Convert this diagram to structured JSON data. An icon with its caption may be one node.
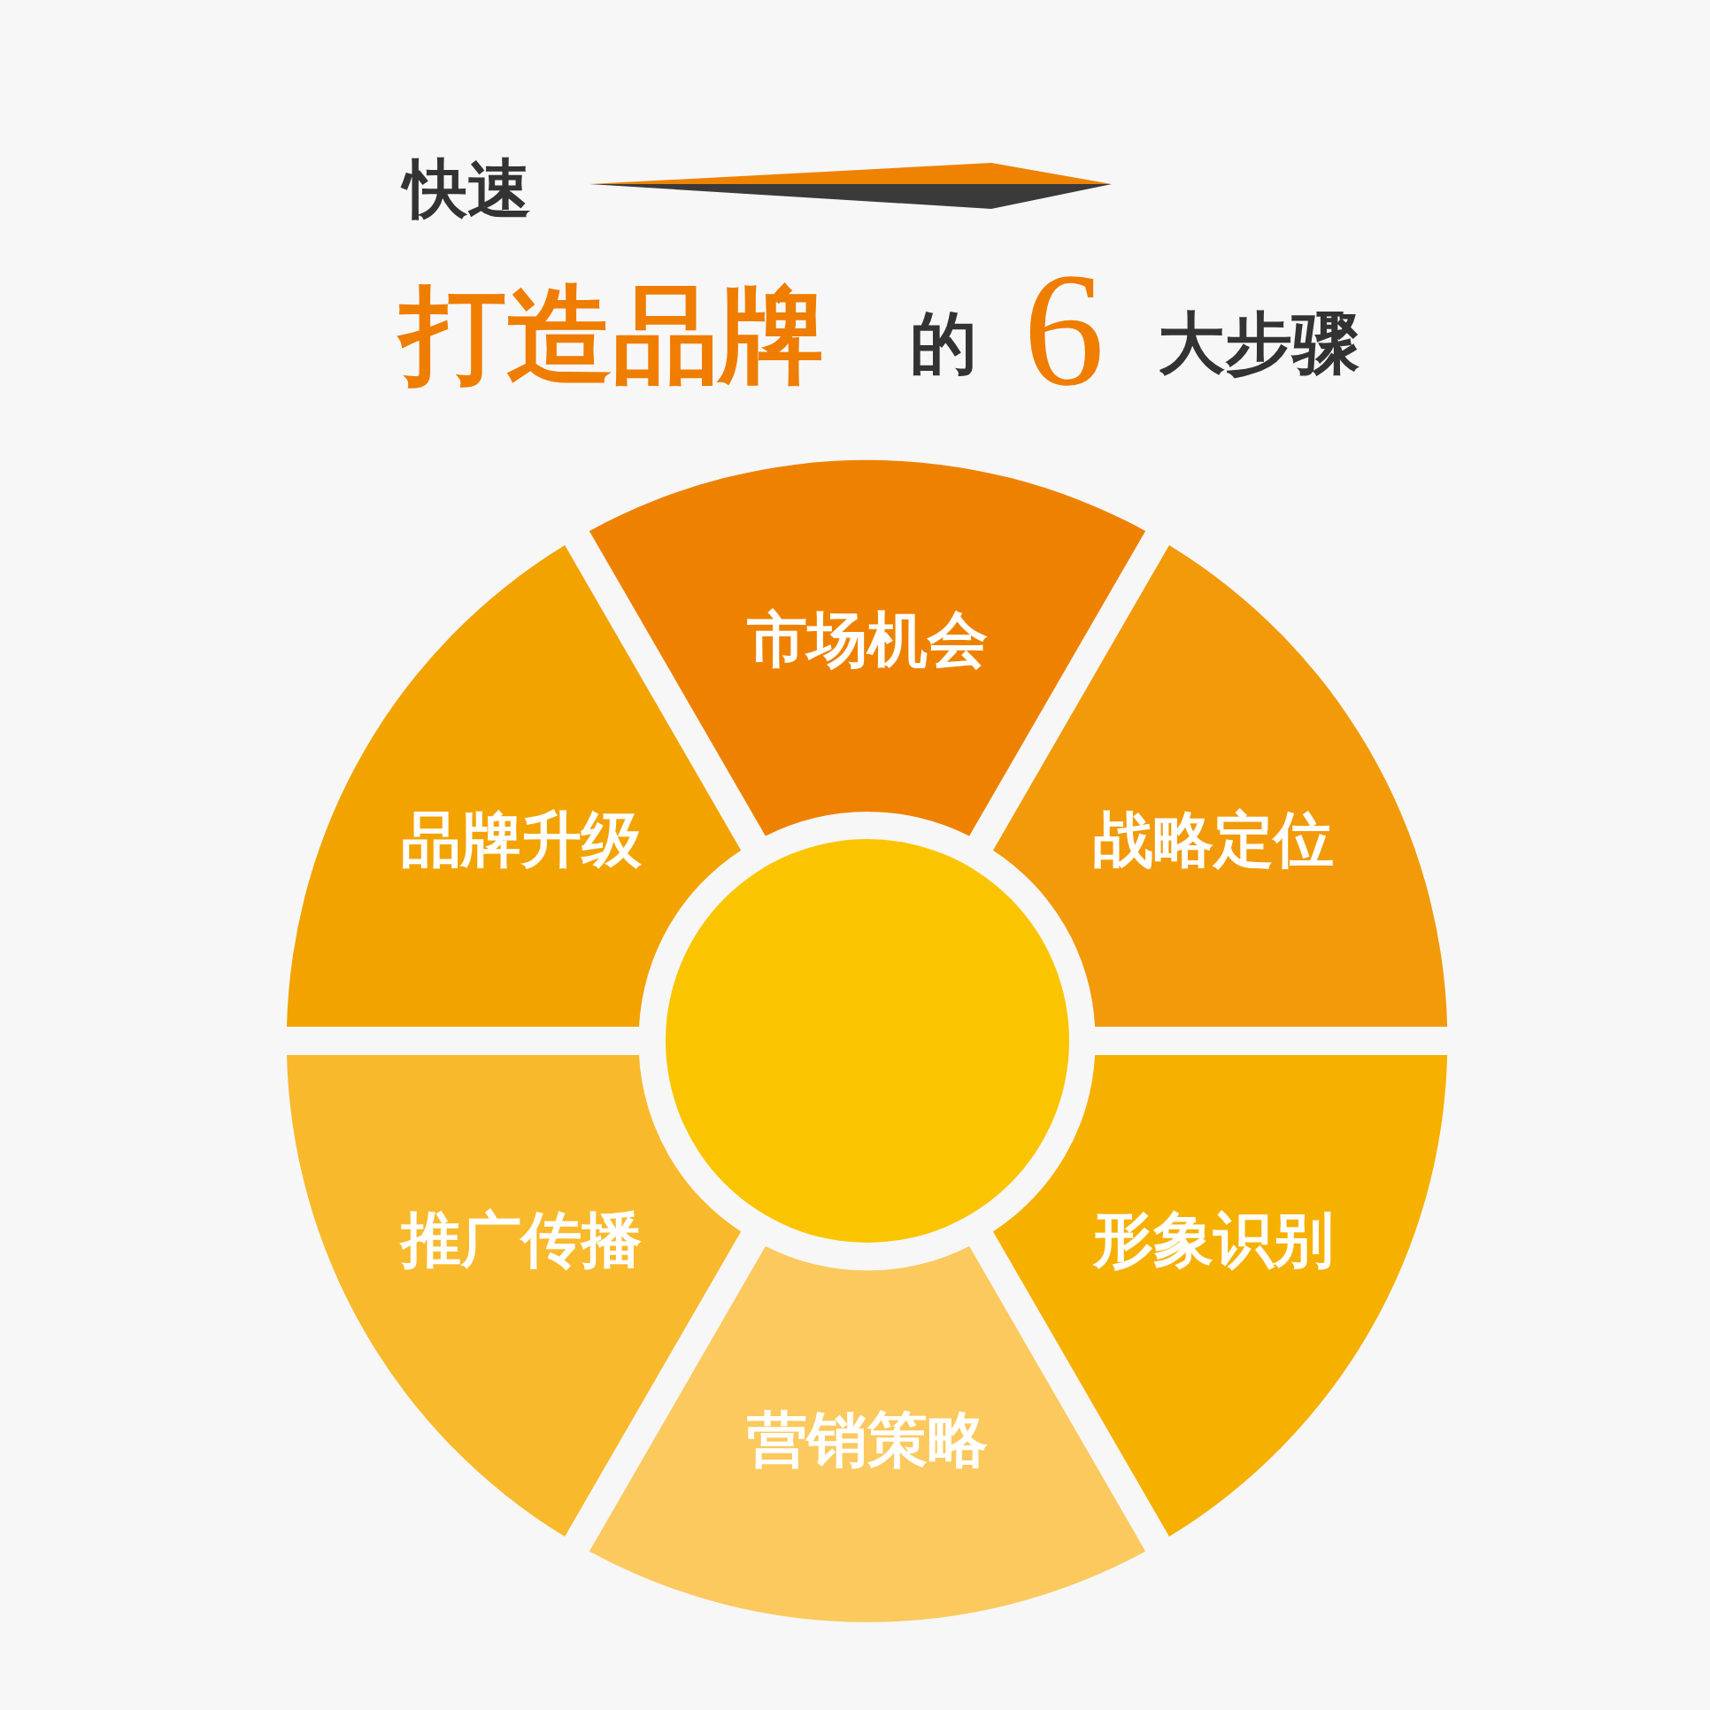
{
  "diagram": {
    "nodes": [
      {
        "text": [
          "市场机会"
        ]
      },
      {
        "text": [
          "战略定位"
        ]
      },
      {
        "text": [
          "形象识别"
        ]
      },
      {
        "text": [
          "营销策略"
        ]
      },
      {
        "text": [
          "推广传播"
        ]
      },
      {
        "text": [
          "品牌升级"
        ]
      },
      {
        "text": [],
        "shape": "circle"
      }
    ],
    "labels": [
      "快速",
      "打造品牌",
      "的",
      "6",
      "大步骤"
    ]
  }
}
